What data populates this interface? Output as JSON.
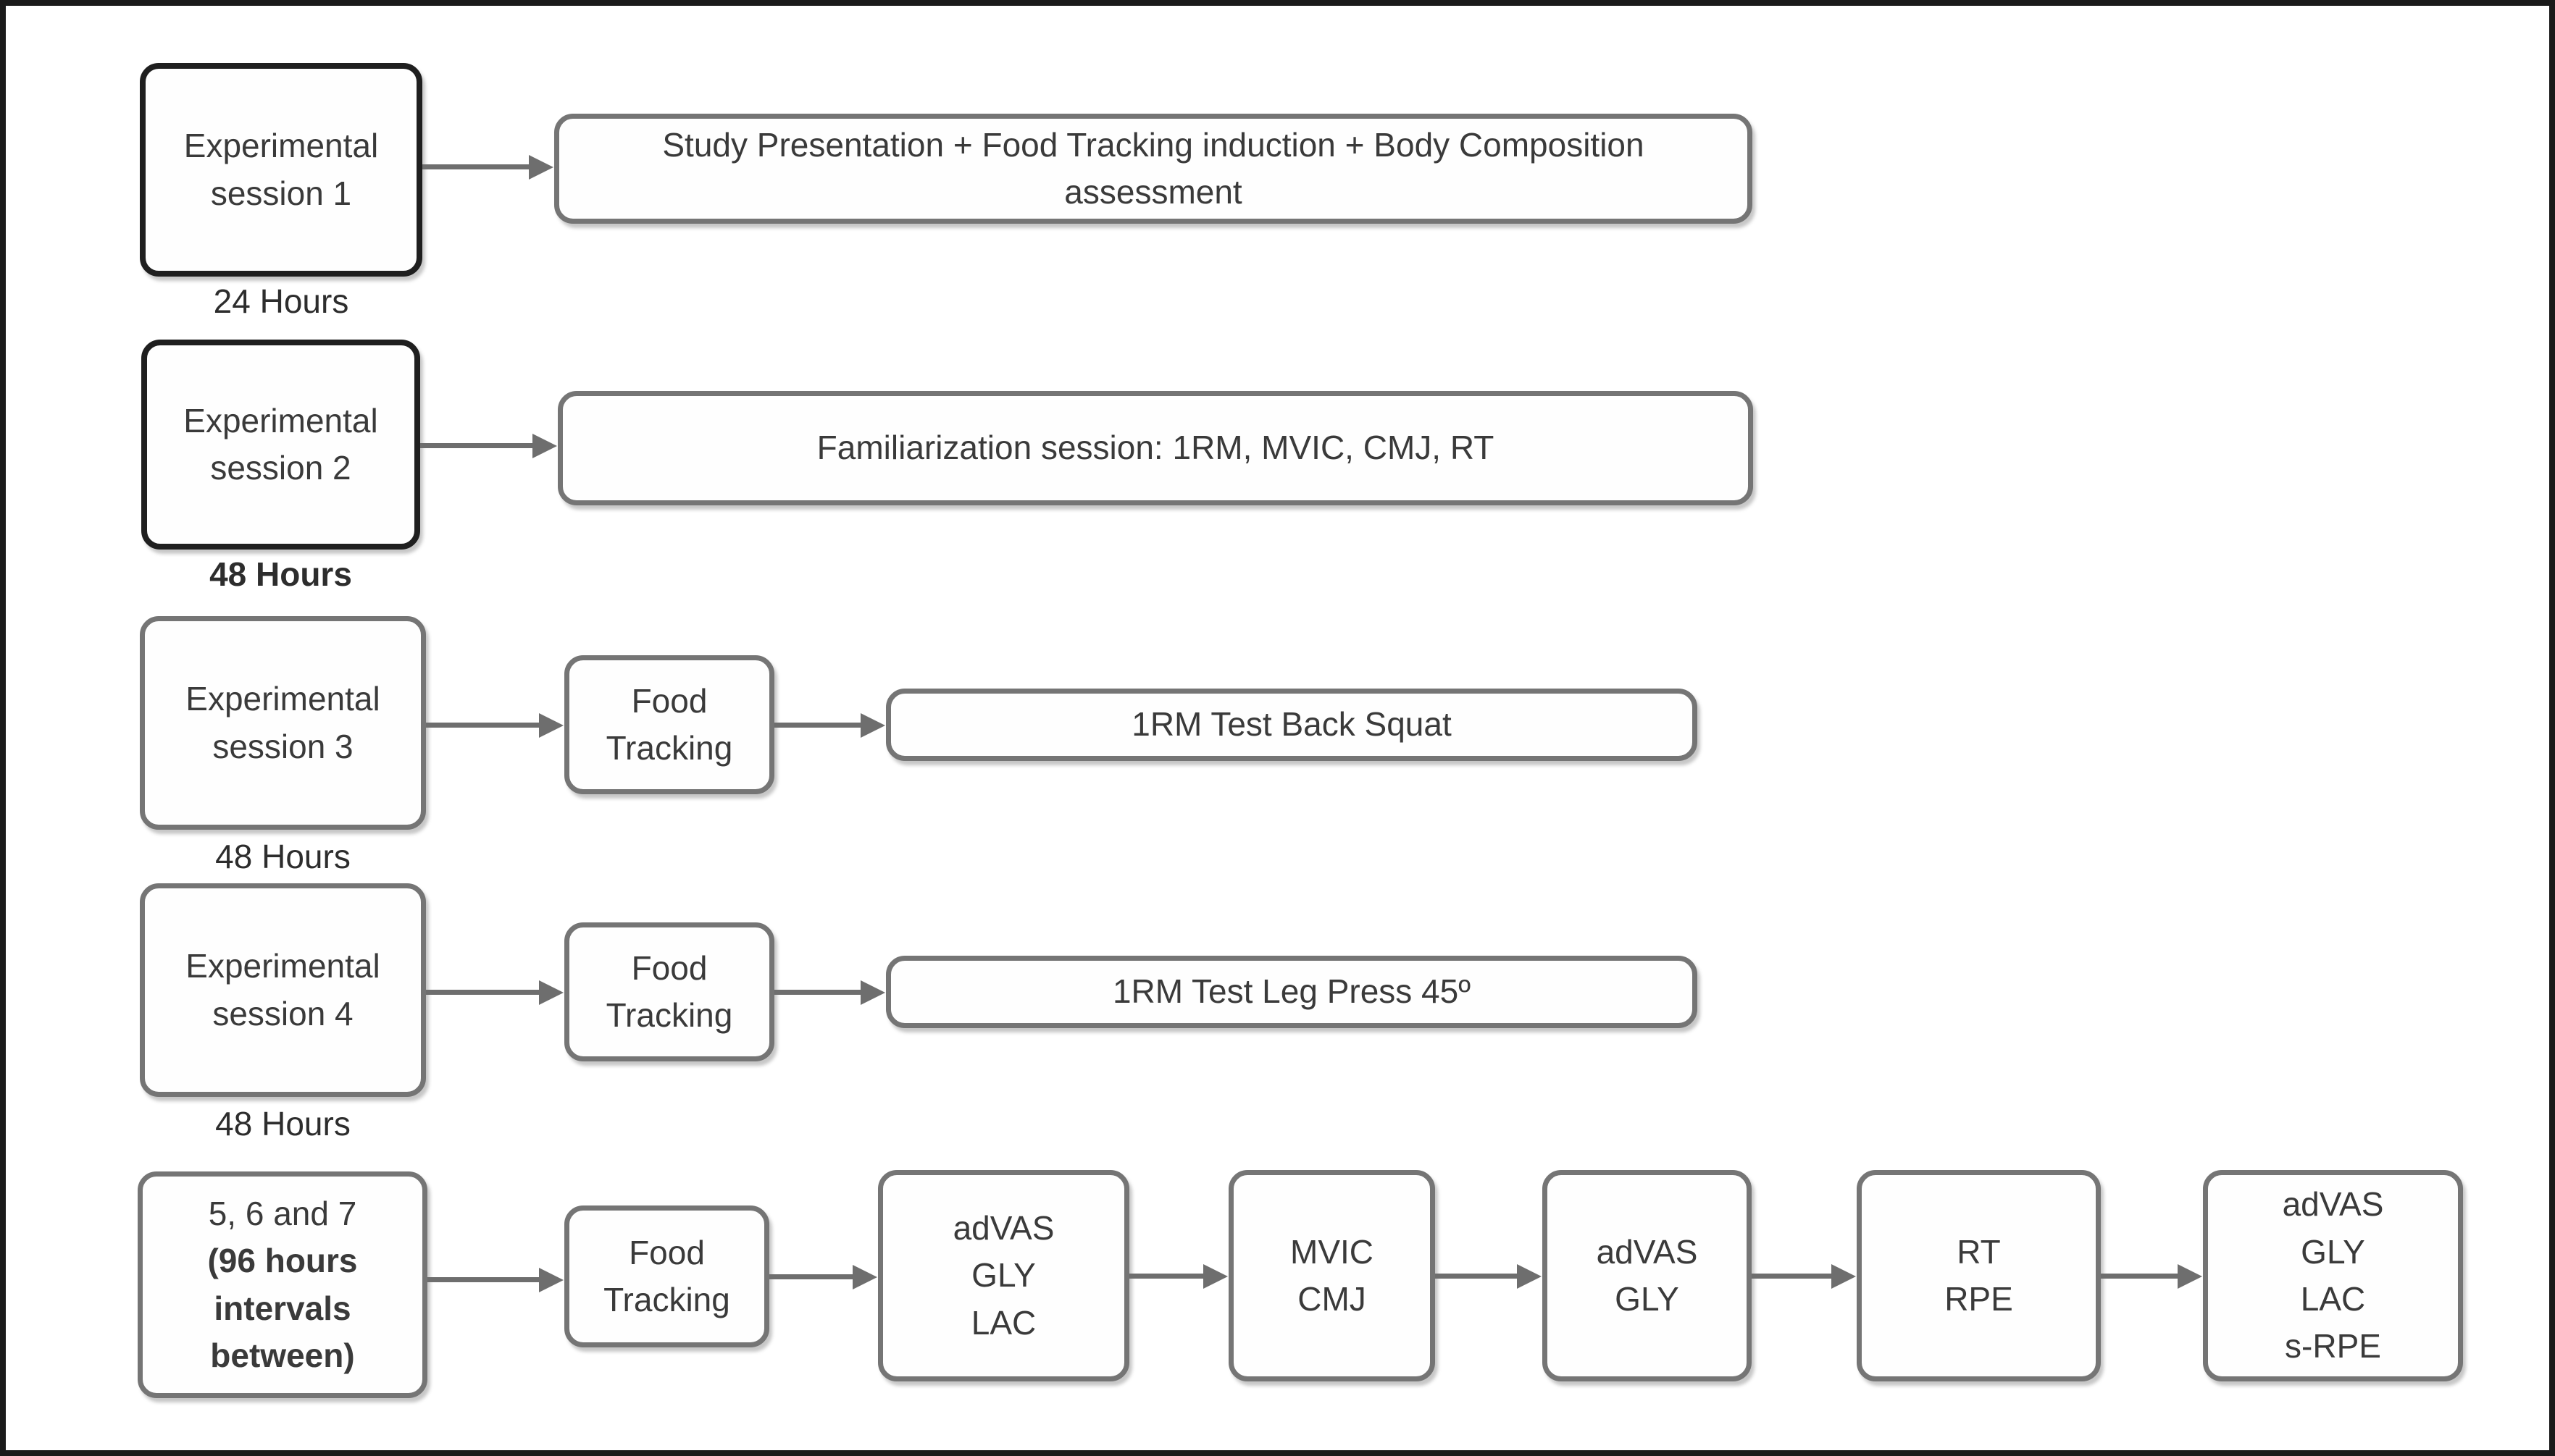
{
  "colors": {
    "frame_border": "#1a1a1a",
    "box_border_gray": "#757575",
    "box_border_black": "#1f1f1f",
    "box_fill": "#fefefe",
    "text": "#3a3a3a",
    "arrow": "#6e6e6e",
    "background": "#ffffff"
  },
  "row1": {
    "session": "Experimental\nsession 1",
    "wide": "Study Presentation + Food Tracking induction + Body Composition assessment",
    "interval": "24 Hours"
  },
  "row2": {
    "session": "Experimental\nsession 2",
    "wide": "Familiarization session: 1RM,  MVIC, CMJ, RT",
    "interval": "48 Hours"
  },
  "row3": {
    "session": "Experimental\nsession 3",
    "food": "Food\nTracking",
    "wide": "1RM Test Back Squat",
    "interval": "48 Hours"
  },
  "row4": {
    "session": "Experimental\nsession 4",
    "food": "Food\nTracking",
    "wide": "1RM Test Leg Press 45º",
    "interval": "48 Hours"
  },
  "row5": {
    "session_line1": "5, 6 and 7",
    "session_line2": "(96 hours\nintervals\nbetween)",
    "food": "Food\nTracking",
    "steps": {
      "0": "adVAS\nGLY\nLAC",
      "1": "MVIC\nCMJ",
      "2": "adVAS\nGLY",
      "3": "RT\nRPE",
      "4": "adVAS\nGLY\nLAC\ns-RPE"
    }
  }
}
